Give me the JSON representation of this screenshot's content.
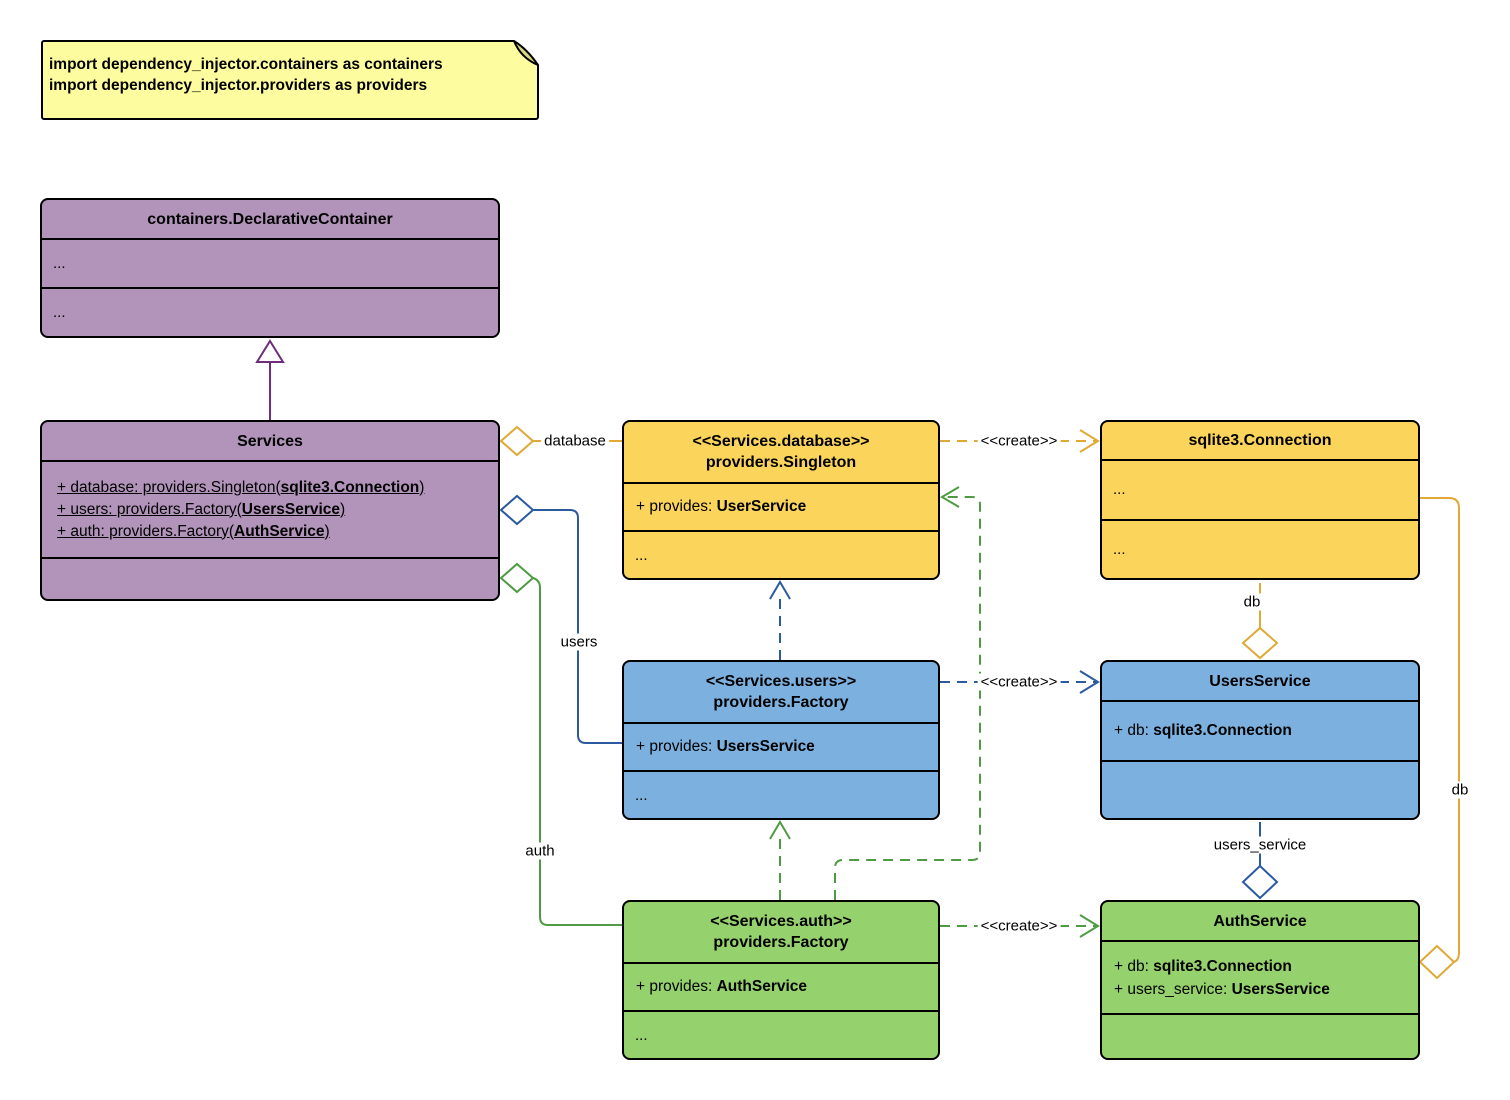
{
  "note": {
    "lines": [
      "import dependency_injector.containers as containers",
      "import dependency_injector.providers as providers"
    ]
  },
  "classes": {
    "declarative_container": {
      "title": "containers.DeclarativeContainer",
      "rows": [
        "...",
        "..."
      ]
    },
    "services": {
      "title": "Services",
      "attributes": [
        {
          "pre": "+ database: providers.Singleton(",
          "bold": "sqlite3.Connection",
          "post": ")"
        },
        {
          "pre": "+ users: providers.Factory(",
          "bold": "UsersService",
          "post": ")"
        },
        {
          "pre": "+ auth: providers.Factory(",
          "bold": "AuthService",
          "post": ")"
        }
      ]
    },
    "database_singleton": {
      "stereotype": "<<Services.database>>",
      "title": "providers.Singleton",
      "attributes": [
        {
          "pre": "+ provides: ",
          "bold": "UserService",
          "post": ""
        }
      ],
      "more": "..."
    },
    "sqlite3_connection": {
      "title": "sqlite3.Connection",
      "rows": [
        "...",
        "..."
      ]
    },
    "users_factory": {
      "stereotype": "<<Services.users>>",
      "title": "providers.Factory",
      "attributes": [
        {
          "pre": "+ provides: ",
          "bold": "UsersService",
          "post": ""
        }
      ],
      "more": "..."
    },
    "users_service": {
      "title": "UsersService",
      "attributes": [
        {
          "pre": "+ db: ",
          "bold": "sqlite3.Connection",
          "post": ""
        }
      ]
    },
    "auth_factory": {
      "stereotype": "<<Services.auth>>",
      "title": "providers.Factory",
      "attributes": [
        {
          "pre": "+ provides: ",
          "bold": "AuthService",
          "post": ""
        }
      ],
      "more": "..."
    },
    "auth_service": {
      "title": "AuthService",
      "attributes": [
        {
          "pre": "+ db: ",
          "bold": "sqlite3.Connection",
          "post": ""
        },
        {
          "pre": "+ users_service: ",
          "bold": "UsersService",
          "post": ""
        }
      ]
    }
  },
  "edge_labels": {
    "database": "database",
    "users": "users",
    "auth": "auth",
    "create_database": "<<create>>",
    "create_users": "<<create>>",
    "create_auth": "<<create>>",
    "db_vertical": "db",
    "db_right": "db",
    "users_service": "users_service"
  },
  "colors": {
    "purple_fill": "#B294BB",
    "purple_line": "#6E2C7A",
    "yellow_fill": "#FBD45C",
    "gold_line": "#E0A936",
    "blue_fill": "#7CB1DF",
    "blue_line": "#2B5AA0",
    "green_fill": "#95D16C",
    "green_line": "#4F9B43",
    "note_fill": "#FDFDA0"
  }
}
